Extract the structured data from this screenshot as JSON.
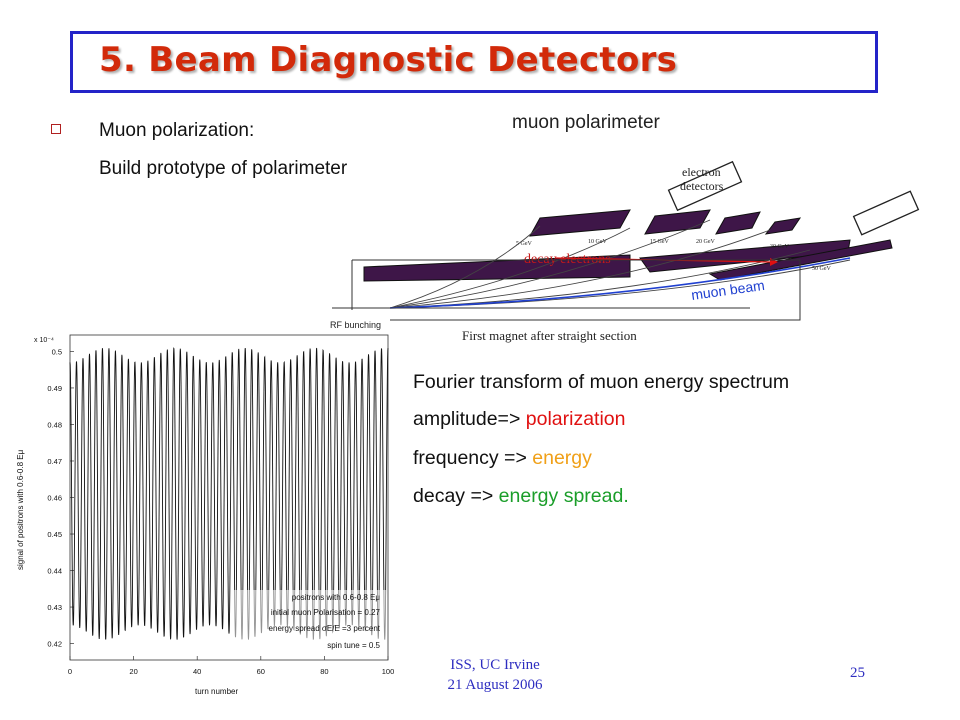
{
  "slide": {
    "title": "5. Beam Diagnostic Detectors",
    "bullet_line1": "Muon polarization:",
    "bullet_line2": "Build prototype of polarimeter"
  },
  "diagram": {
    "title": "muon polarimeter",
    "electron_detectors": [
      "electron",
      "detectors"
    ],
    "decay_electrons": "decay electrons",
    "muon_beam": "muon beam",
    "rf_bunching": "RF bunching",
    "first_magnet": "First magnet after straight section",
    "energy_labels": [
      "5 GeV",
      "10 GeV",
      "15 GeV",
      "20 GeV",
      "30 GeV",
      "50 GeV"
    ]
  },
  "fourier": {
    "line1": "Fourier transform of muon energy spectrum",
    "line2_prefix": "amplitude=> ",
    "line2_value": "polarization",
    "line3_prefix": "frequency => ",
    "line3_value": "energy",
    "line4_prefix": "decay => ",
    "line4_value": "energy spread."
  },
  "footer": {
    "line1": "ISS, UC Irvine",
    "line2": "21 August 2006",
    "page": "25"
  },
  "chart_data": {
    "type": "line",
    "xlabel": "turn number",
    "ylabel": "signal of positrons with 0.6-0.8 Eμ",
    "y_multiplier": "x 10⁻⁴",
    "xlim": [
      0,
      100
    ],
    "ylim": [
      0.42,
      0.5
    ],
    "x_ticks": [
      0,
      20,
      40,
      60,
      80,
      100
    ],
    "y_ticks": [
      0.42,
      0.43,
      0.44,
      0.45,
      0.46,
      0.47,
      0.48,
      0.49,
      0.5
    ],
    "oscillation": {
      "center": 0.461,
      "amplitude": 0.04,
      "cycles": 49,
      "modulation_depth": 0.1,
      "modulation_period": 22
    },
    "annotations": [
      "positrons with 0.6-0.8 Eμ",
      "initial muon Polarisation = 0.27",
      "energy spread σE/E =3 percent",
      "spin tune = 0.5"
    ]
  }
}
